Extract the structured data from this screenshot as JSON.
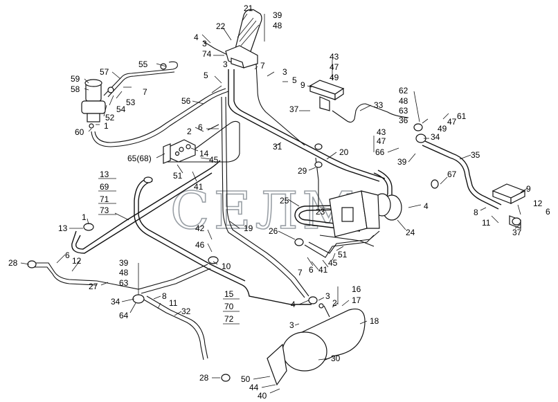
{
  "watermark": "СЕЛМ",
  "callouts": [
    {
      "id": "c21",
      "text": "21"
    },
    {
      "id": "c39a",
      "text": "39"
    },
    {
      "id": "c48a",
      "text": "48"
    },
    {
      "id": "c22",
      "text": "22"
    },
    {
      "id": "c4a",
      "text": "4"
    },
    {
      "id": "c3a",
      "text": "3"
    },
    {
      "id": "c74",
      "text": "74"
    },
    {
      "id": "c55",
      "text": "55"
    },
    {
      "id": "c57",
      "text": "57"
    },
    {
      "id": "c59",
      "text": "59"
    },
    {
      "id": "c58",
      "text": "58"
    },
    {
      "id": "c7a",
      "text": "7"
    },
    {
      "id": "c53",
      "text": "53"
    },
    {
      "id": "c54",
      "text": "54"
    },
    {
      "id": "c52",
      "text": "52"
    },
    {
      "id": "c1a",
      "text": "1"
    },
    {
      "id": "c60",
      "text": "60"
    },
    {
      "id": "c56",
      "text": "56"
    },
    {
      "id": "c3b",
      "text": "3"
    },
    {
      "id": "c5a",
      "text": "5"
    },
    {
      "id": "c7b",
      "text": "7"
    },
    {
      "id": "c3c",
      "text": "3"
    },
    {
      "id": "c5b",
      "text": "5"
    },
    {
      "id": "c43a",
      "text": "43"
    },
    {
      "id": "c47a",
      "text": "47"
    },
    {
      "id": "c49a",
      "text": "49"
    },
    {
      "id": "c9a",
      "text": "9"
    },
    {
      "id": "c62",
      "text": "62"
    },
    {
      "id": "c48b",
      "text": "48"
    },
    {
      "id": "c63a",
      "text": "63"
    },
    {
      "id": "c36",
      "text": "36"
    },
    {
      "id": "c61",
      "text": "61"
    },
    {
      "id": "c49b",
      "text": "49"
    },
    {
      "id": "c47b",
      "text": "47"
    },
    {
      "id": "c37a",
      "text": "37"
    },
    {
      "id": "c33",
      "text": "33"
    },
    {
      "id": "c43b",
      "text": "43"
    },
    {
      "id": "c47c",
      "text": "47"
    },
    {
      "id": "c66",
      "text": "66"
    },
    {
      "id": "c34a",
      "text": "34"
    },
    {
      "id": "c39b",
      "text": "39"
    },
    {
      "id": "c35",
      "text": "35"
    },
    {
      "id": "c2a",
      "text": "2"
    },
    {
      "id": "c6a",
      "text": "6"
    },
    {
      "id": "c14",
      "text": "14"
    },
    {
      "id": "c45a",
      "text": "45"
    },
    {
      "id": "c6568",
      "text": "65(68)"
    },
    {
      "id": "c51a",
      "text": "51"
    },
    {
      "id": "c41a",
      "text": "41"
    },
    {
      "id": "c31",
      "text": "31"
    },
    {
      "id": "c20",
      "text": "20"
    },
    {
      "id": "c29",
      "text": "29"
    },
    {
      "id": "c67",
      "text": "67"
    },
    {
      "id": "c9b",
      "text": "9"
    },
    {
      "id": "c13a",
      "text": "13"
    },
    {
      "id": "c69",
      "text": "69"
    },
    {
      "id": "c71",
      "text": "71"
    },
    {
      "id": "c73",
      "text": "73"
    },
    {
      "id": "c1b",
      "text": "1"
    },
    {
      "id": "c13b",
      "text": "13"
    },
    {
      "id": "c25",
      "text": "25"
    },
    {
      "id": "c23",
      "text": "23"
    },
    {
      "id": "c4b",
      "text": "4"
    },
    {
      "id": "c24",
      "text": "24"
    },
    {
      "id": "c8a",
      "text": "8"
    },
    {
      "id": "c11a",
      "text": "11"
    },
    {
      "id": "c12a",
      "text": "12"
    },
    {
      "id": "c6b",
      "text": "6"
    },
    {
      "id": "c37b",
      "text": "37"
    },
    {
      "id": "c42",
      "text": "42"
    },
    {
      "id": "c19",
      "text": "19"
    },
    {
      "id": "c26",
      "text": "26"
    },
    {
      "id": "c46",
      "text": "46"
    },
    {
      "id": "c51b",
      "text": "51"
    },
    {
      "id": "c45b",
      "text": "45"
    },
    {
      "id": "c41b",
      "text": "41"
    },
    {
      "id": "c7c",
      "text": "7"
    },
    {
      "id": "c6c",
      "text": "6"
    },
    {
      "id": "c28a",
      "text": "28"
    },
    {
      "id": "c6d",
      "text": "6"
    },
    {
      "id": "c12b",
      "text": "12"
    },
    {
      "id": "c39c",
      "text": "39"
    },
    {
      "id": "c48c",
      "text": "48"
    },
    {
      "id": "c27",
      "text": "27"
    },
    {
      "id": "c63b",
      "text": "63"
    },
    {
      "id": "c10",
      "text": "10"
    },
    {
      "id": "c34b",
      "text": "34"
    },
    {
      "id": "c8b",
      "text": "8"
    },
    {
      "id": "c11b",
      "text": "11"
    },
    {
      "id": "c32",
      "text": "32"
    },
    {
      "id": "c64",
      "text": "64"
    },
    {
      "id": "c15",
      "text": "15"
    },
    {
      "id": "c70",
      "text": "70"
    },
    {
      "id": "c72",
      "text": "72"
    },
    {
      "id": "c4c",
      "text": "4"
    },
    {
      "id": "c3d",
      "text": "3"
    },
    {
      "id": "c16",
      "text": "16"
    },
    {
      "id": "c2b",
      "text": "2"
    },
    {
      "id": "c17",
      "text": "17"
    },
    {
      "id": "c18",
      "text": "18"
    },
    {
      "id": "c3e",
      "text": "3"
    },
    {
      "id": "c30",
      "text": "30"
    },
    {
      "id": "c28b",
      "text": "28"
    },
    {
      "id": "c50",
      "text": "50"
    },
    {
      "id": "c44",
      "text": "44"
    },
    {
      "id": "c40",
      "text": "40"
    }
  ]
}
